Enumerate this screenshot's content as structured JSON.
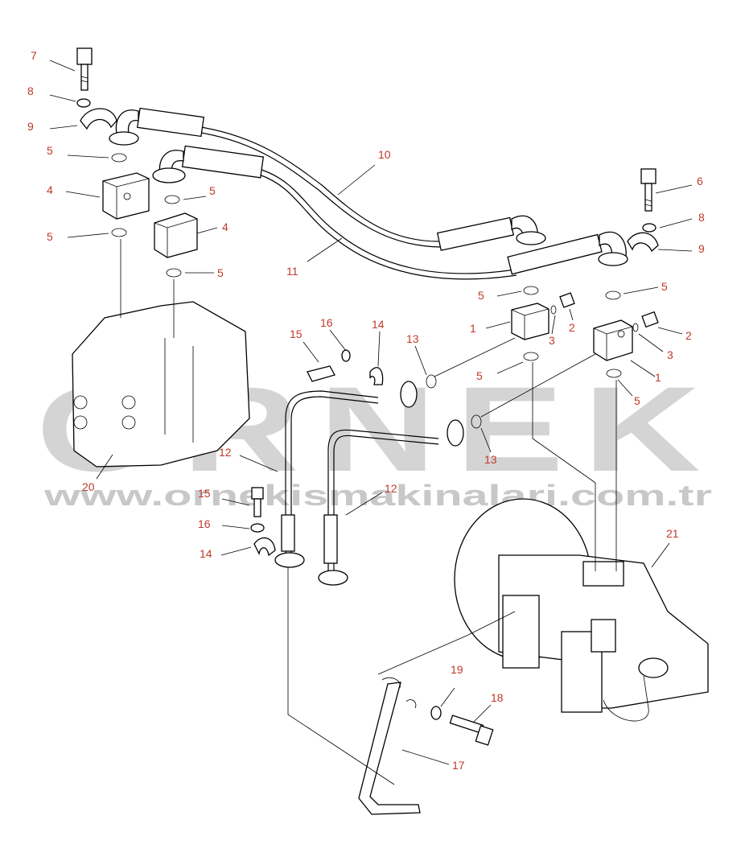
{
  "watermark": {
    "brand": "ÖRNEK",
    "url": "www.ornekismakinalari.com.tr",
    "color": "#c8c8c8",
    "accent": "#f5c400"
  },
  "callout_color": "#c0392b",
  "callouts": [
    "7",
    "8",
    "9",
    "5",
    "4",
    "5",
    "5",
    "4",
    "5",
    "10",
    "11",
    "6",
    "8",
    "9",
    "5",
    "5",
    "1",
    "2",
    "3",
    "2",
    "3",
    "5",
    "1",
    "5",
    "15",
    "16",
    "14",
    "13",
    "13",
    "12",
    "12",
    "15",
    "16",
    "14",
    "20",
    "21",
    "19",
    "18",
    "17"
  ]
}
